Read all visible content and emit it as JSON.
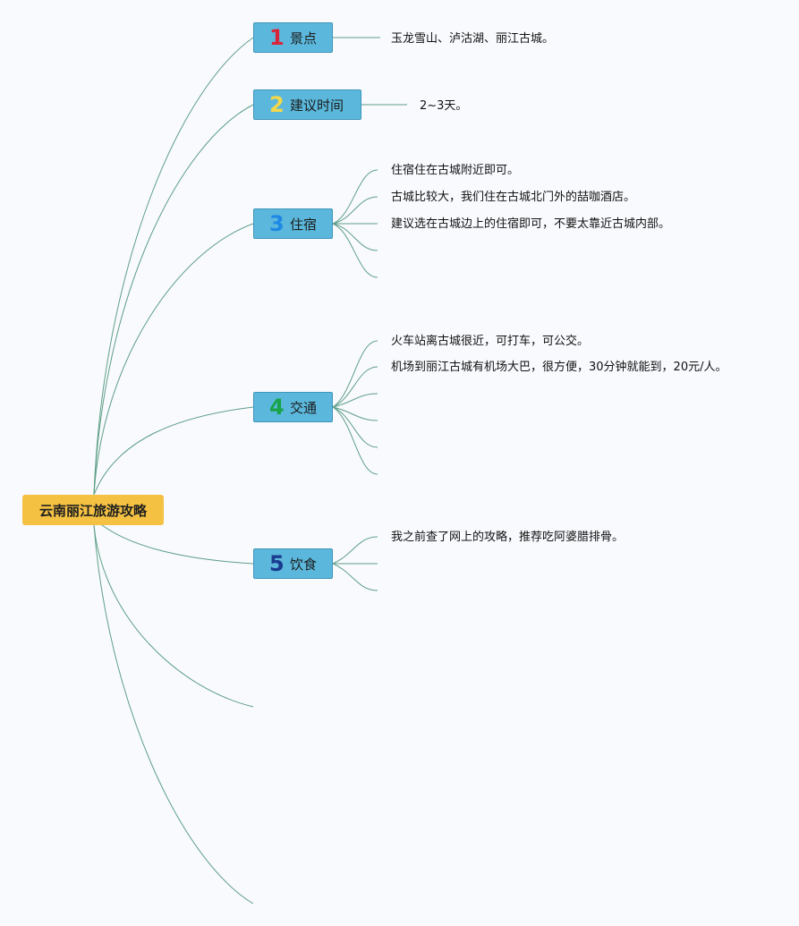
{
  "root": {
    "label": "云南丽江旅游攻略"
  },
  "branches": [
    {
      "num": "1",
      "num_color": "#d9263a",
      "label": "景点",
      "leaves": [
        "玉龙雪山、泸沽湖、丽江古城。"
      ]
    },
    {
      "num": "2",
      "num_color": "#f4d84a",
      "label": "建议时间",
      "leaves": [
        "2~3天。"
      ]
    },
    {
      "num": "3",
      "num_color": "#1e88e5",
      "label": "住宿",
      "leaves": [
        "住宿住在古城附近即可。",
        "古城比较大，我们住在古城北门外的喆咖酒店。",
        "建议选在古城边上的住宿即可，不要太靠近古城内部。"
      ]
    },
    {
      "num": "4",
      "num_color": "#19a34a",
      "label": "交通",
      "leaves": [
        "火车站离古城很近，可打车，可公交。",
        "机场到丽江古城有机场大巴，很方便，30分钟就能到，20元/人。"
      ]
    },
    {
      "num": "5",
      "num_color": "#1a3b8f",
      "label": "饮食",
      "leaves": [
        "我之前查了网上的攻略，推荐吃阿婆腊排骨。"
      ]
    }
  ]
}
